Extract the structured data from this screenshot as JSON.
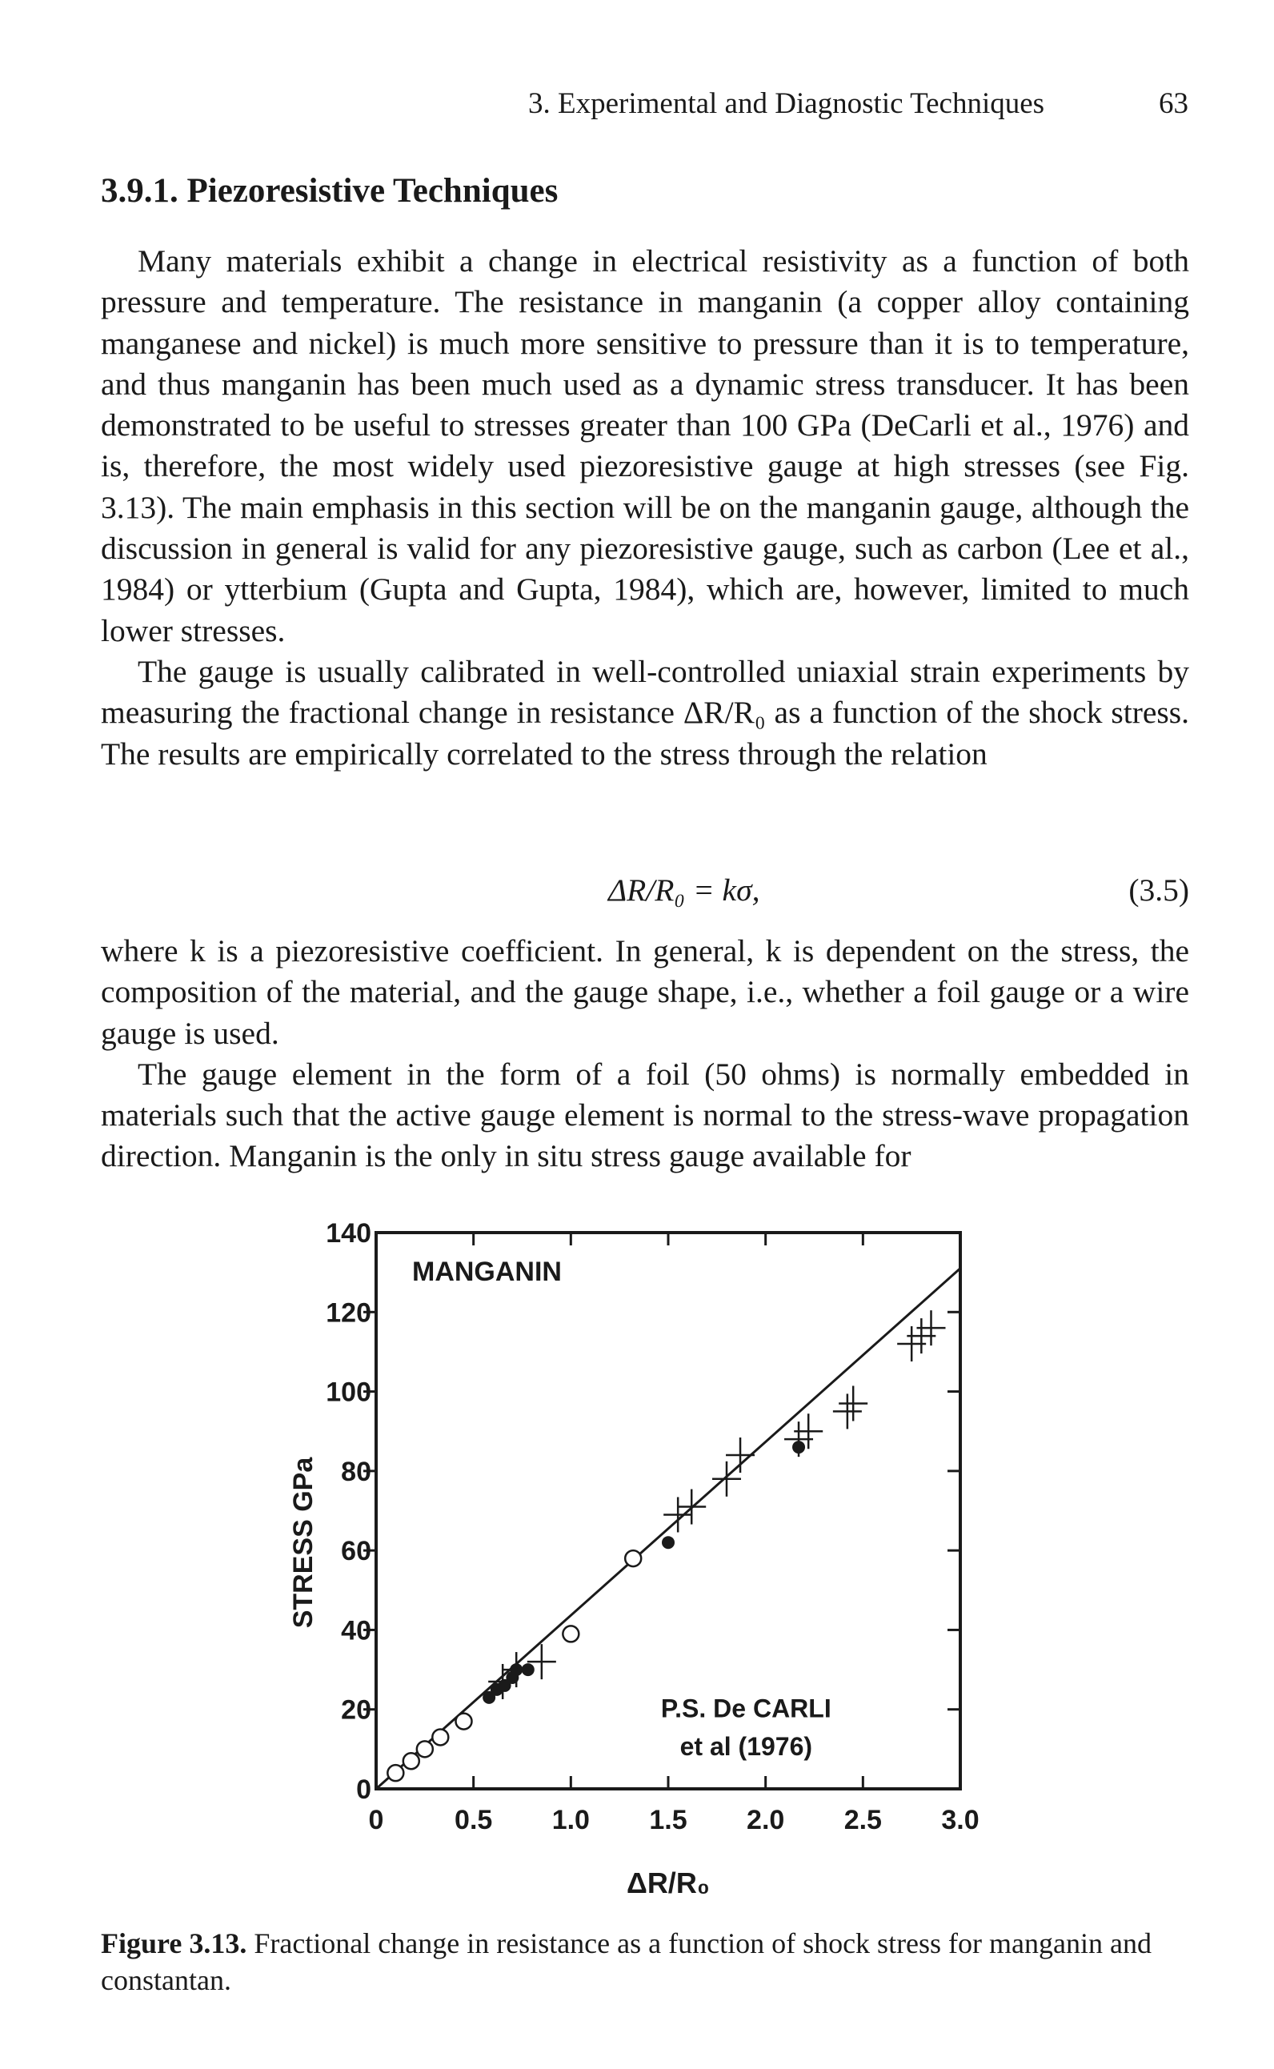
{
  "running_head": {
    "chapter": "3. Experimental and Diagnostic Techniques",
    "page_number": "63"
  },
  "section": {
    "heading": "3.9.1. Piezoresistive Techniques"
  },
  "paragraphs": [
    "Many materials exhibit a change in electrical resistivity as a function of both pressure and temperature. The resistance in manganin (a copper alloy containing manganese and nickel) is much more sensitive to pressure than it is to temperature, and thus manganin has been much used as a dynamic stress transducer. It has been demonstrated to be useful to stresses greater than 100 GPa (DeCarli et al., 1976) and is, therefore, the most widely used piezoresistive gauge at high stresses (see Fig. 3.13). The main emphasis in this section will be on the manganin gauge, although the discussion in general is valid for any piezoresistive gauge, such as carbon (Lee et al., 1984) or ytterbium (Gupta and Gupta, 1984), which are, however, limited to much lower stresses.",
    "The gauge is usually calibrated in well-controlled uniaxial strain experiments by measuring the fractional change in resistance ΔR/R₀ as a function of the shock stress. The results are empirically correlated to the stress through the relation",
    "where k is a piezoresistive coefficient. In general, k is dependent on the stress, the composition of the material, and the gauge shape, i.e., whether a foil gauge or a wire gauge is used.",
    "The gauge element in the form of a foil (50 ohms) is normally embedded in materials such that the active gauge element is normal to the stress-wave propagation direction. Manganin is the only in situ stress gauge available for"
  ],
  "equation": {
    "text": "ΔR/R₀ = kσ,",
    "number": "(3.5)"
  },
  "caption": {
    "label": "Figure 3.13.",
    "text": "Fractional change in resistance as a function of shock stress for manganin and constantan."
  },
  "chart_data": {
    "type": "scatter",
    "title": "",
    "xlabel": "ΔR/R₀",
    "ylabel": "STRESS GPa",
    "xlim": [
      0,
      3.0
    ],
    "ylim": [
      0,
      140
    ],
    "x_ticks": [
      "0",
      "0.5",
      "1.0",
      "1.5",
      "2.0",
      "2.5",
      "3.0"
    ],
    "y_ticks": [
      "0",
      "20",
      "40",
      "60",
      "80",
      "100",
      "120",
      "140"
    ],
    "annotations": [
      "MANGANIN",
      "P.S. De CARLI",
      "et al (1976)"
    ],
    "fit_line": {
      "x": [
        0,
        3.0
      ],
      "y": [
        0,
        131
      ]
    },
    "series": [
      {
        "marker": "open-circle",
        "points": [
          [
            0.1,
            4
          ],
          [
            0.18,
            7
          ],
          [
            0.25,
            10
          ],
          [
            0.33,
            13
          ],
          [
            0.45,
            17
          ],
          [
            1.0,
            39
          ],
          [
            1.32,
            58
          ]
        ]
      },
      {
        "marker": "filled-circle",
        "points": [
          [
            0.58,
            23
          ],
          [
            0.62,
            25
          ],
          [
            0.66,
            26
          ],
          [
            0.7,
            28
          ],
          [
            0.72,
            30
          ],
          [
            0.78,
            30
          ],
          [
            1.5,
            62
          ],
          [
            2.17,
            86
          ]
        ]
      },
      {
        "marker": "cross",
        "points": [
          [
            0.65,
            27
          ],
          [
            0.72,
            30
          ],
          [
            0.85,
            32
          ],
          [
            1.55,
            69
          ],
          [
            1.62,
            71
          ],
          [
            1.8,
            78
          ],
          [
            1.87,
            84
          ],
          [
            2.17,
            88
          ],
          [
            2.22,
            90
          ],
          [
            2.42,
            95
          ],
          [
            2.45,
            97
          ],
          [
            2.75,
            112
          ],
          [
            2.8,
            114
          ],
          [
            2.85,
            116
          ]
        ]
      }
    ]
  }
}
